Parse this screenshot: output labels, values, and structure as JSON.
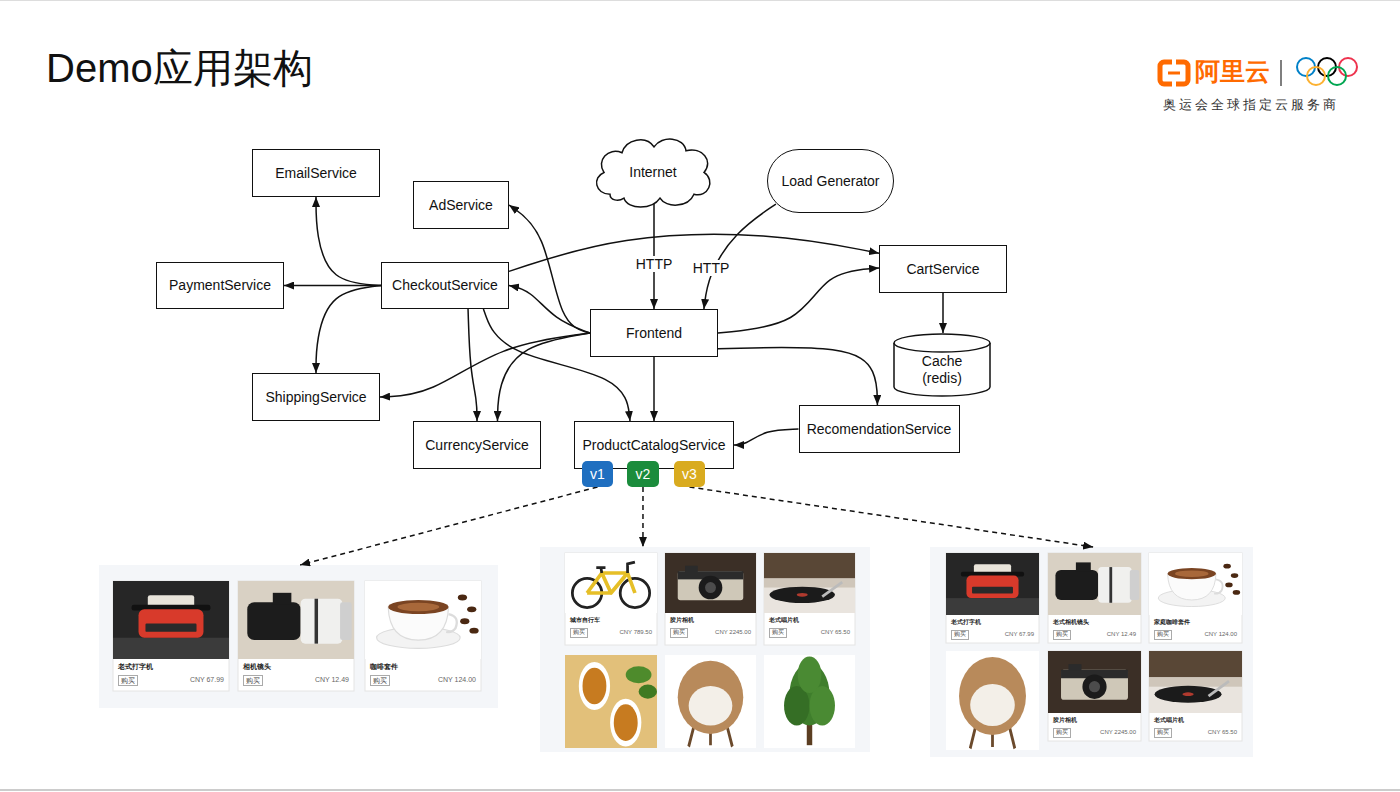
{
  "diagram": {
    "title": "Demo应用架构",
    "nodes": [
      {
        "text": [
          "EmailService"
        ]
      },
      {
        "text": [
          "AdService"
        ]
      },
      {
        "text": [
          "Internet"
        ]
      },
      {
        "text": [
          "Load Generator"
        ]
      },
      {
        "text": [
          "PaymentService"
        ]
      },
      {
        "text": [
          "CheckoutService"
        ]
      },
      {
        "text": [
          "CartService"
        ]
      },
      {
        "text": [
          "Frontend"
        ]
      },
      {
        "text": [
          "Cache (redis)"
        ]
      },
      {
        "text": [
          "ShippingService"
        ]
      },
      {
        "text": [
          "CurrencyService"
        ]
      },
      {
        "text": [
          "ProductCatalogService"
        ]
      },
      {
        "text": [
          "RecomendationService"
        ]
      },
      {
        "text": [
          "v1"
        ]
      },
      {
        "text": [
          "v2"
        ]
      },
      {
        "text": [
          "v3"
        ]
      },
      {
        "text": []
      },
      {
        "text": [
          "老式打字机",
          "购买",
          "CNY 67.99"
        ],
        "in": 16
      },
      {
        "text": [
          "相机镜头",
          "购买",
          "CNY 12.49"
        ],
        "in": 16
      },
      {
        "text": [
          "咖啡套件",
          "购买",
          "CNY 124.00"
        ],
        "in": 16
      },
      {
        "text": []
      },
      {
        "text": [
          "城市自行车",
          "购买",
          "CNY 789.50"
        ],
        "in": 20
      },
      {
        "text": [
          "胶片相机",
          "购买",
          "CNY 2245.00"
        ],
        "in": 20
      },
      {
        "text": [
          "老式唱片机",
          "购买",
          "CNY 65.50"
        ],
        "in": 20
      },
      {
        "text": []
      },
      {
        "text": [
          "老式打字机",
          "购买",
          "CNY 67.99"
        ],
        "in": 24
      },
      {
        "text": [
          "老式相机镜头",
          "购买",
          "CNY 12.49"
        ],
        "in": 24
      },
      {
        "text": [
          "家庭咖啡套件",
          "购买",
          "CNY 124.00"
        ],
        "in": 24
      },
      {
        "text": [
          "胶片相机",
          "购买",
          "CNY 2245.00"
        ],
        "in": 24
      },
      {
        "text": [
          "老式唱片机",
          "购买",
          "CNY 65.50"
        ],
        "in": 24
      }
    ],
    "edges": [
      {
        "from": 2,
        "to": 7,
        "arrow": "to",
        "label": "HTTP"
      },
      {
        "from": 3,
        "to": 7,
        "arrow": "to",
        "label": "HTTP"
      },
      {
        "from": 7,
        "to": 1,
        "arrow": "to"
      },
      {
        "from": 7,
        "to": 5,
        "arrow": "to"
      },
      {
        "from": 7,
        "to": 9,
        "arrow": "to"
      },
      {
        "from": 7,
        "to": 10,
        "arrow": "to"
      },
      {
        "from": 7,
        "to": 11,
        "arrow": "to"
      },
      {
        "from": 7,
        "to": 6,
        "arrow": "to"
      },
      {
        "from": 7,
        "to": 12,
        "arrow": "to"
      },
      {
        "from": 5,
        "to": 0,
        "arrow": "to"
      },
      {
        "from": 5,
        "to": 4,
        "arrow": "to"
      },
      {
        "from": 5,
        "to": 9,
        "arrow": "to"
      },
      {
        "from": 5,
        "to": 10,
        "arrow": "to"
      },
      {
        "from": 5,
        "to": 11,
        "arrow": "to"
      },
      {
        "from": 5,
        "to": 6,
        "arrow": "to"
      },
      {
        "from": 6,
        "to": 8,
        "arrow": "to"
      },
      {
        "from": 12,
        "to": 11,
        "arrow": "to"
      },
      {
        "from": 13,
        "to": 16,
        "arrow": "to"
      },
      {
        "from": 14,
        "to": 20,
        "arrow": "to"
      },
      {
        "from": 15,
        "to": 24,
        "arrow": "to"
      }
    ],
    "labels": [
      "阿里云",
      "奥运会全球指定云服务商"
    ]
  }
}
